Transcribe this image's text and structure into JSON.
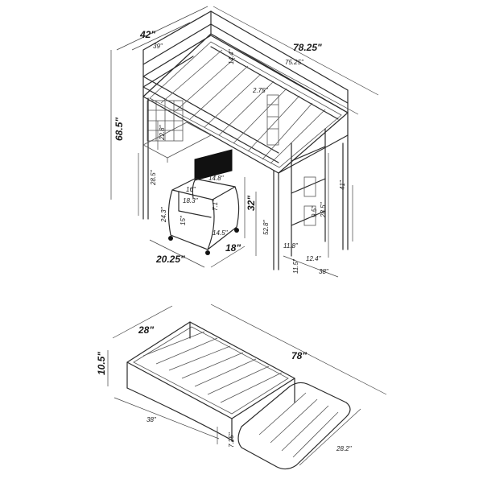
{
  "loft": {
    "width_outer": "42\"",
    "width_inner": "39\"",
    "length_outer": "78.25\"",
    "length_inner": "75.25\"",
    "rail_height": "14.4\"",
    "slat_gap": "2.75\"",
    "total_height": "68.5\"",
    "grid_height": "22.8\"",
    "desk_height": "28.5\"",
    "ladder_height": "41\"",
    "ladder_upper": "28.5\"",
    "step_gap": "9.5\"",
    "clearance": "52.8\"",
    "foot_a": "11.8\"",
    "foot_b": "12.4\"",
    "foot_c": "11.5\"",
    "end_depth": "38\""
  },
  "chair": {
    "back_width": "14.8\"",
    "seat_depth": "16\"",
    "seat_width": "18.3\"",
    "back_height": "7.1\"",
    "total_height": "32\"",
    "seat_height": "24.3\"",
    "seat_low": "15\"",
    "base_width": "14.5\"",
    "depth": "20.25\"",
    "width": "18\""
  },
  "futon": {
    "depth": "28\"",
    "length": "78\"",
    "height": "10.5\"",
    "open_depth": "38\"",
    "leg_height": "7.25\"",
    "section_depth": "28.2\""
  }
}
